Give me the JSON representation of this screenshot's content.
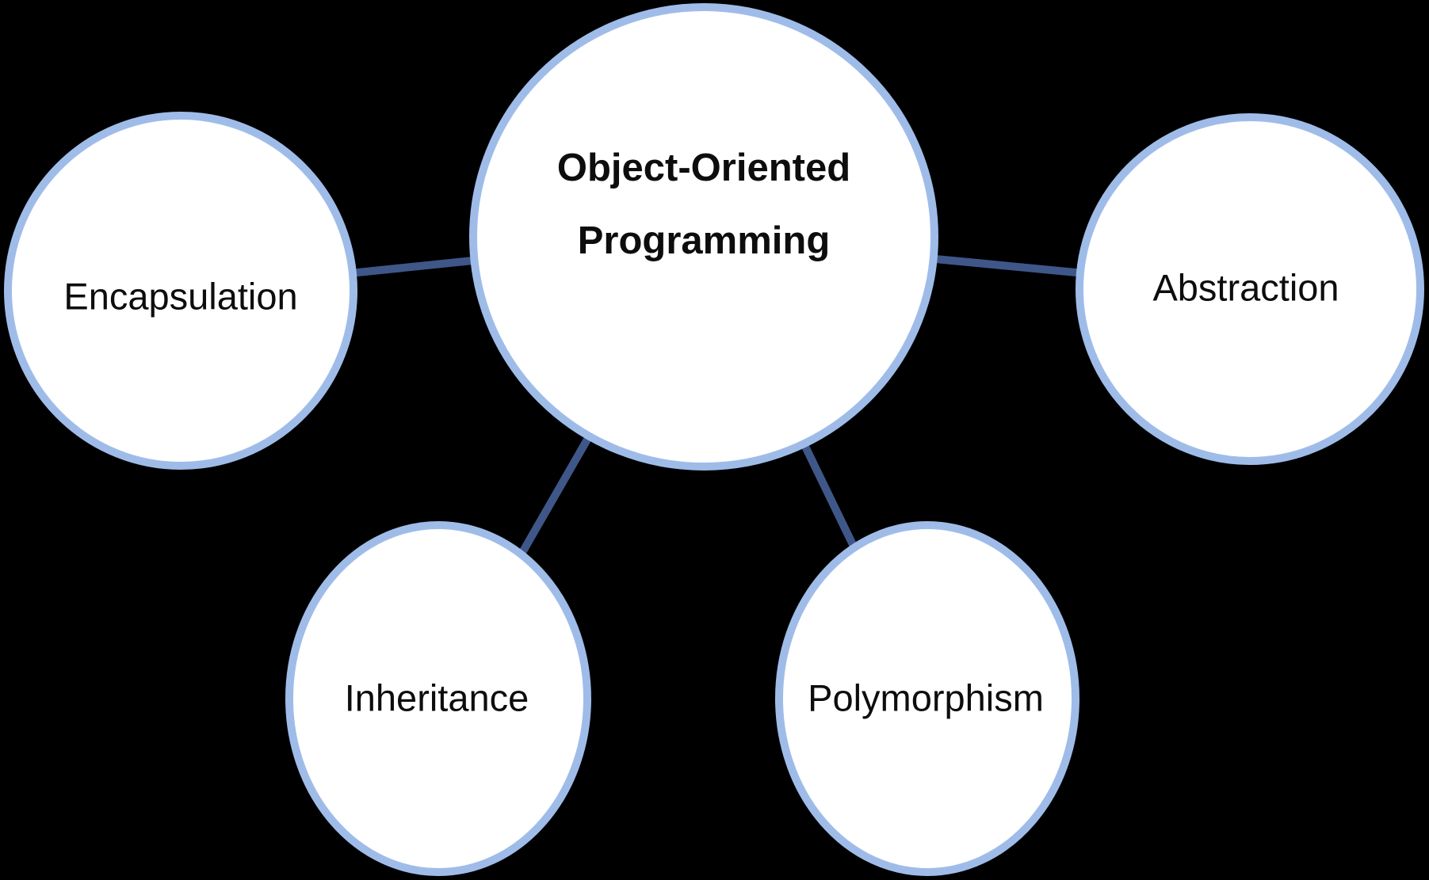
{
  "diagram": {
    "background_color": "#000000",
    "node_fill_color": "#ffffff",
    "node_border_color": "#9fbce9",
    "connector_color": "#3f5788",
    "text_color": "#0d0d0d",
    "center_node": {
      "label_line1": "Object-Oriented",
      "label_line2": "Programming"
    },
    "satellite_nodes": [
      {
        "id": "encapsulation",
        "label": "Encapsulation"
      },
      {
        "id": "abstraction",
        "label": "Abstraction"
      },
      {
        "id": "inheritance",
        "label": "Inheritance"
      },
      {
        "id": "polymorphism",
        "label": "Polymorphism"
      }
    ]
  }
}
